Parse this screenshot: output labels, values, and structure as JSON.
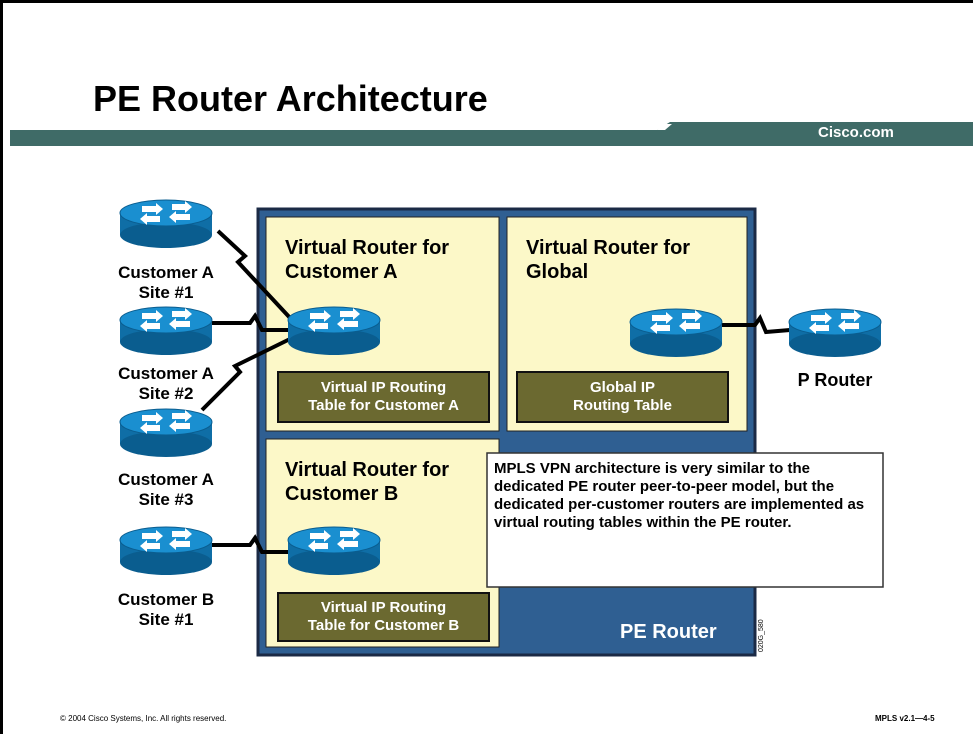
{
  "slide": {
    "title": "PE Router Architecture",
    "brand": "Cisco.com",
    "footer_left": "© 2004 Cisco Systems, Inc. All rights reserved.",
    "footer_right": "MPLS v2.1—4-5",
    "figure_code": "020G_580"
  },
  "colors": {
    "header_bar": "#3f6b67",
    "pe_box": "#2f5f92",
    "vr_box": "#fcf8c8",
    "table_box": "#6b6930",
    "router_blue": "#1383c0"
  },
  "diagram": {
    "pe_router_label": "PE Router",
    "p_router_label": "P Router",
    "customers": [
      {
        "line1": "Customer A",
        "line2": "Site #1"
      },
      {
        "line1": "Customer A",
        "line2": "Site #2"
      },
      {
        "line1": "Customer A",
        "line2": "Site #3"
      },
      {
        "line1": "Customer B",
        "line2": "Site #1"
      }
    ],
    "virtual_routers": [
      {
        "title1": "Virtual Router for",
        "title2": "Customer A",
        "table1": "Virtual IP Routing",
        "table2": "Table for Customer A"
      },
      {
        "title1": "Virtual Router for",
        "title2": "Global",
        "table1": "Global IP",
        "table2": "Routing Table"
      },
      {
        "title1": "Virtual Router for",
        "title2": "Customer B",
        "table1": "Virtual IP Routing",
        "table2": "Table for Customer B"
      }
    ],
    "note": "MPLS VPN architecture is very similar to the dedicated PE router peer-to-peer model, but the dedicated per-customer routers are implemented as virtual routing tables within the PE router."
  }
}
